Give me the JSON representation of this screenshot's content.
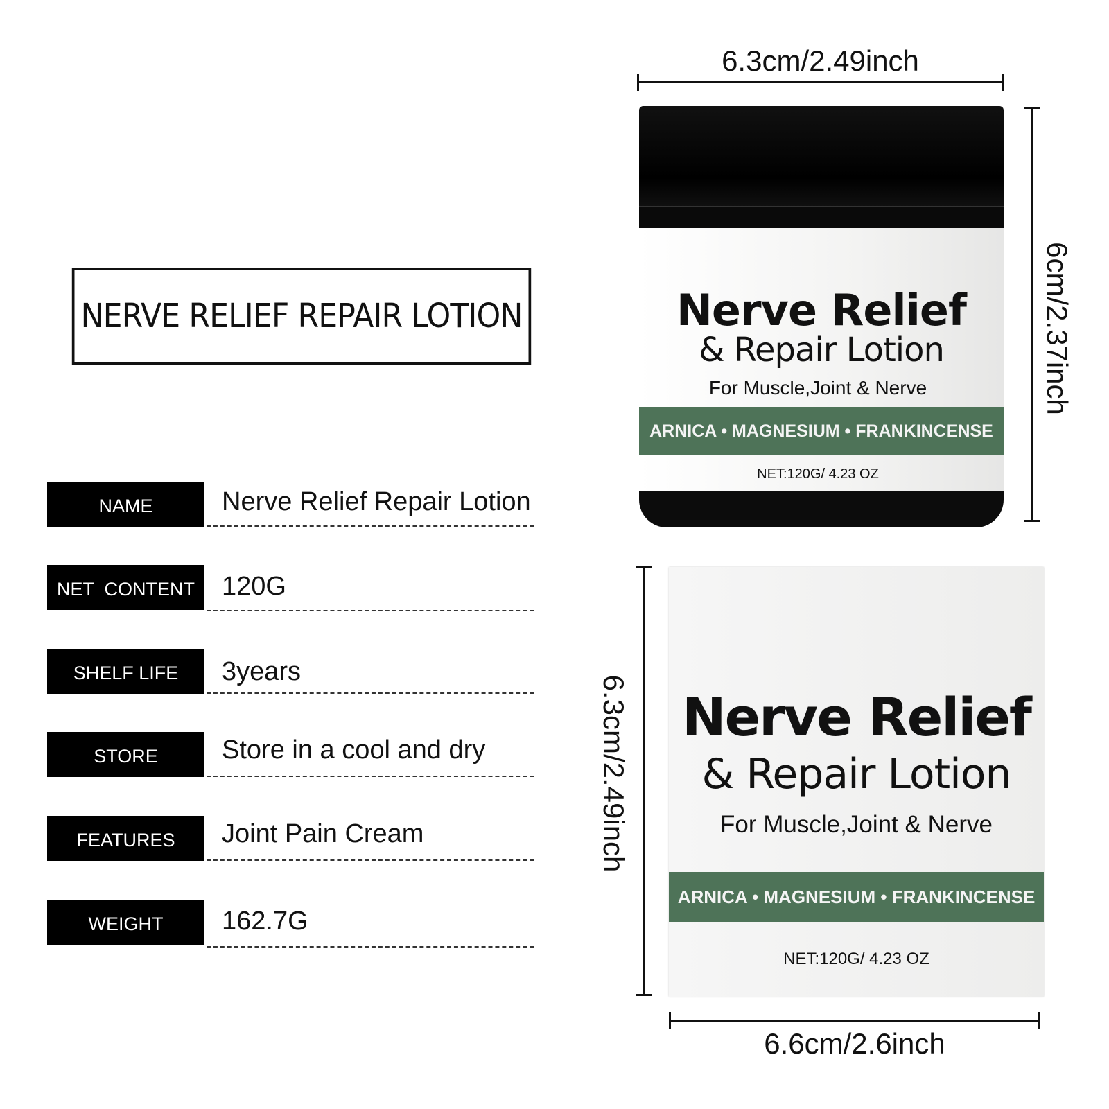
{
  "title": "NERVE RELIEF REPAIR LOTION",
  "specs": [
    {
      "label": "NAME",
      "value": "Nerve Relief Repair Lotion"
    },
    {
      "label": "NET  CONTENT",
      "value": "120G"
    },
    {
      "label": "SHELF LIFE",
      "value": "3years"
    },
    {
      "label": "STORE",
      "value": "Store in a cool and dry"
    },
    {
      "label": "FEATURES",
      "value": "Joint Pain Cream"
    },
    {
      "label": "WEIGHT",
      "value": "162.7G"
    }
  ],
  "jar": {
    "width_dim": "6.3cm/2.49inch",
    "height_dim": "6cm/2.37inch",
    "brand_line1": "Nerve Relief",
    "brand_line2": "& Repair Lotion",
    "tagline": "For Muscle,Joint & Nerve",
    "ingredients": "ARNICA • MAGNESIUM • FRANKINCENSE",
    "net": "NET:120G/ 4.23 OZ"
  },
  "box": {
    "width_dim": "6.6cm/2.6inch",
    "height_dim": "6.3cm/2.49inch",
    "brand_line1": "Nerve Relief",
    "brand_line2": "& Repair Lotion",
    "tagline": "For Muscle,Joint & Nerve",
    "ingredients": "ARNICA • MAGNESIUM • FRANKINCENSE",
    "net": "NET:120G/ 4.23 OZ"
  },
  "colors": {
    "band_green": "#4e7358"
  }
}
